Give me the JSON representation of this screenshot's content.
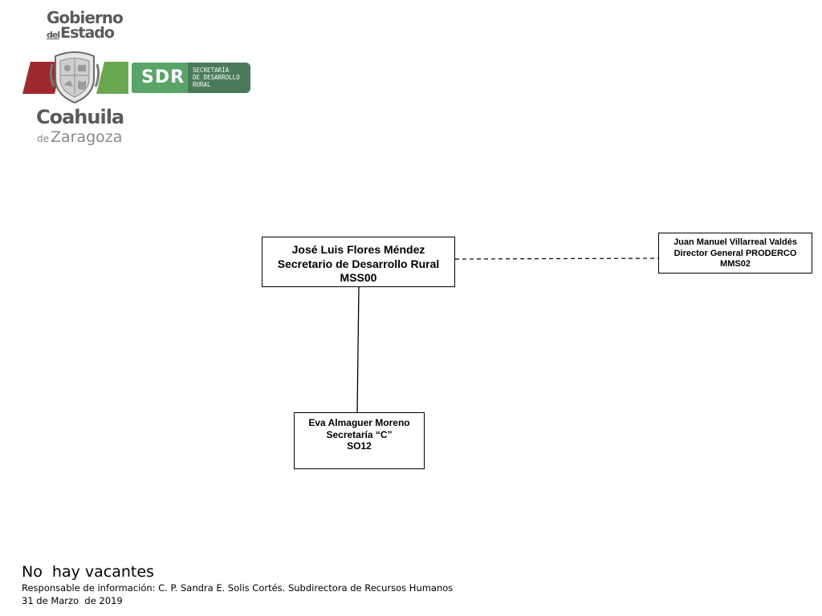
{
  "logo": {
    "gobierno": "Gobierno",
    "del": "del",
    "estado": "Estado",
    "sdr": "SDR",
    "sdr_subtitle": "SECRETARÍA\nDE DESARROLLO\nRURAL",
    "coahuila": "Coahuila",
    "de": "de",
    "zaragoza": "Zaragoza",
    "colors": {
      "red": "#9e2a2f",
      "green": "#6aa84f",
      "sdr_green": "#5aa469",
      "sdr_dark": "#4a7a5a",
      "gray_text": "#5a5a5a"
    }
  },
  "org": {
    "secretario": {
      "name": "José Luis Flores Méndez",
      "title": "Secretario de Desarrollo Rural",
      "code": "MSS00"
    },
    "director": {
      "name": "Juan Manuel Villarreal Valdés",
      "title": "Director General PRODERCO",
      "code": "MMS02"
    },
    "secretaria": {
      "name": "Eva Almaguer Moreno",
      "title": "Secretaría “C”",
      "code": "SO12"
    }
  },
  "footer": {
    "vacantes": "No  hay vacantes",
    "responsable": "Responsable de información: C. P. Sandra E. Solis Cortés. Subdirectora de Recursos Humanos",
    "fecha": "31 de Marzo  de 2019"
  }
}
